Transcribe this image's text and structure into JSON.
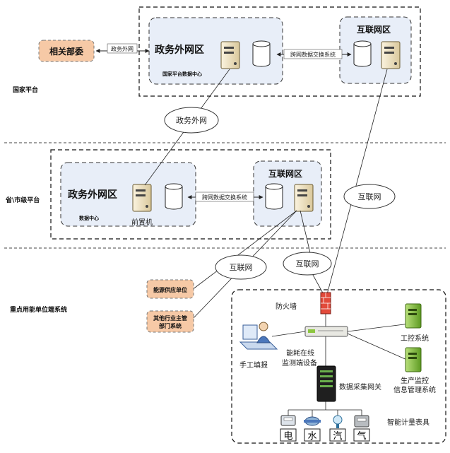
{
  "zones": {
    "national": "国家平台",
    "provincial": "省\\市级平台",
    "enterprise": "重点用能单位端系统"
  },
  "national": {
    "related_dept": "相关部委",
    "gov_link": "政务外网",
    "gov_zone": "政务外网区",
    "data_center": "国家平台数据中心",
    "cross_network": "跨网数据交换系统",
    "internet_zone": "互联网区"
  },
  "provincial": {
    "gov_zone": "政务外网区",
    "data_center": "数据中心",
    "front_server": "前置机",
    "cross_network": "跨网数据交换系统",
    "internet_zone": "互联网区"
  },
  "clouds": {
    "gov_net": "政务外网",
    "internet_right": "互联网",
    "internet_left": "互联网",
    "internet_mid": "互联网"
  },
  "enterprise": {
    "energy_supplier": "能源供应单位",
    "industry_dept_line1": "其他行业主管",
    "industry_dept_line2": "部门系统",
    "firewall": "防火墙",
    "manual_entry": "手工填报",
    "monitor_line1": "能耗在线",
    "monitor_line2": "监测端设备",
    "control_system": "工控系统",
    "production_line1": "生产监控",
    "production_line2": "信息管理系统",
    "gateway": "数据采集网关",
    "meters_label": "智能计量表具",
    "meters": [
      "电",
      "水",
      "汽",
      "气"
    ]
  },
  "colors": {
    "zone_fill": "#e8eef8",
    "tag_fill": "#f6c9a6",
    "server_fill": "#f2e6c8",
    "firewall_fill": "#e24a3a",
    "green_server": "#8cc63f"
  }
}
